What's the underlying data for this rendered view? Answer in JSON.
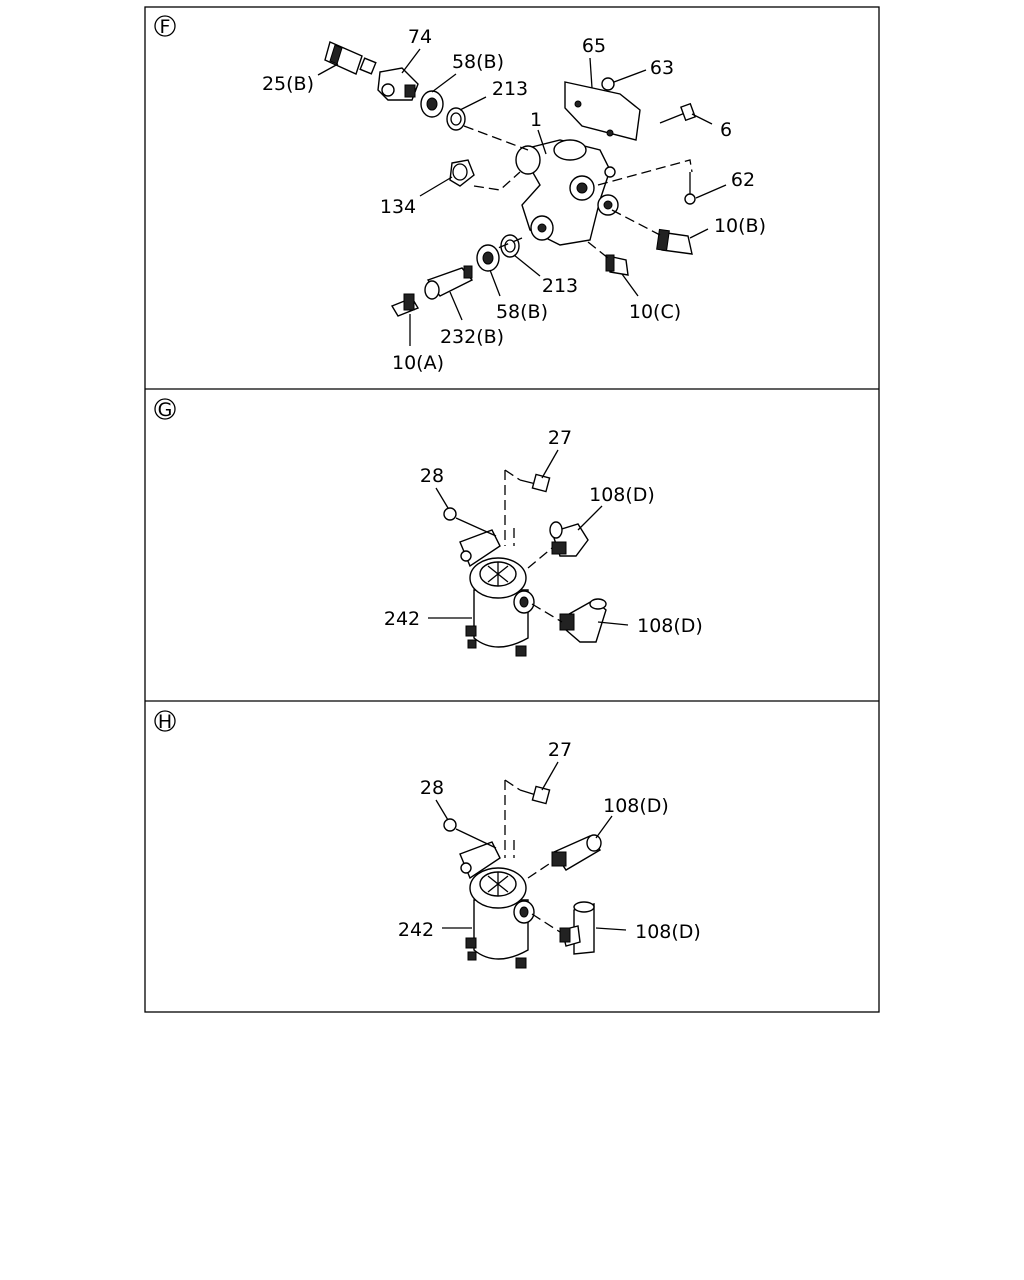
{
  "panels": [
    {
      "id": "F",
      "labels": {
        "l74": "74",
        "l25b": "25(B)",
        "l58b_top": "58(B)",
        "l213_top": "213",
        "l65": "65",
        "l63": "63",
        "l6": "6",
        "l1": "1",
        "l134": "134",
        "l62": "62",
        "l10b": "10(B)",
        "l213_bot": "213",
        "l10c": "10(C)",
        "l58b_bot": "58(B)",
        "l232b": "232(B)",
        "l10a": "10(A)"
      }
    },
    {
      "id": "G",
      "labels": {
        "l27": "27",
        "l28": "28",
        "l108d_top": "108(D)",
        "l242": "242",
        "l108d_bot": "108(D)"
      }
    },
    {
      "id": "H",
      "labels": {
        "l27": "27",
        "l28": "28",
        "l108d_top": "108(D)",
        "l242": "242",
        "l108d_bot": "108(D)"
      }
    }
  ]
}
